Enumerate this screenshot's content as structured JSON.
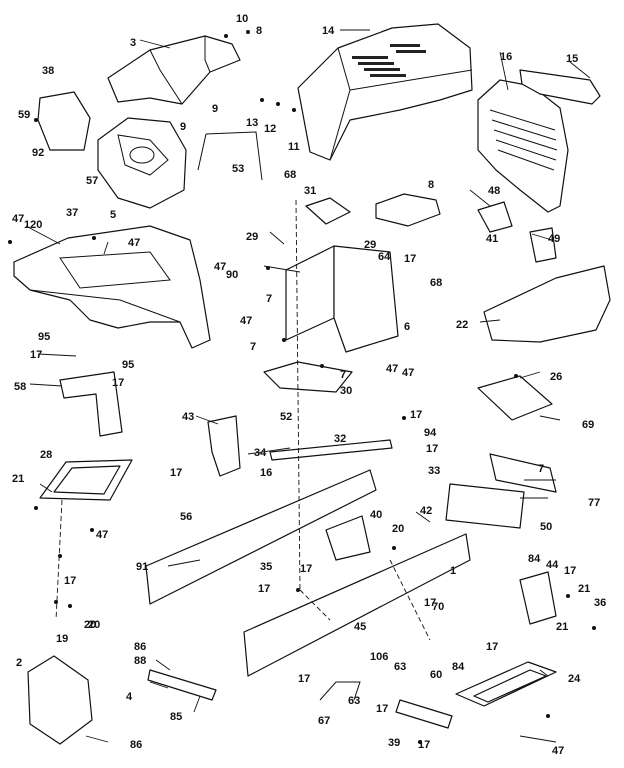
{
  "callouts": [
    "10",
    "8",
    "3",
    "14",
    "16",
    "15",
    "38",
    "59",
    "9",
    "9",
    "13",
    "12",
    "11",
    "92",
    "57",
    "53",
    "5",
    "68",
    "31",
    "8",
    "48",
    "41",
    "49",
    "47",
    "120",
    "37",
    "47",
    "29",
    "29",
    "64",
    "17",
    "47",
    "90",
    "7",
    "47",
    "6",
    "68",
    "22",
    "7",
    "47",
    "95",
    "17",
    "95",
    "17",
    "58",
    "7",
    "30",
    "26",
    "47",
    "69",
    "43",
    "52",
    "17",
    "94",
    "32",
    "34",
    "17",
    "33",
    "28",
    "21",
    "16",
    "17",
    "56",
    "7",
    "77",
    "42",
    "50",
    "20",
    "40",
    "47",
    "17",
    "84",
    "20",
    "91",
    "35",
    "17",
    "1",
    "44",
    "17",
    "21",
    "17",
    "36",
    "17",
    "45",
    "106",
    "70",
    "17",
    "21",
    "19",
    "20",
    "86",
    "88",
    "63",
    "60",
    "84",
    "2",
    "4",
    "17",
    "63",
    "85",
    "67",
    "17",
    "24",
    "86",
    "39",
    "17",
    "47"
  ]
}
